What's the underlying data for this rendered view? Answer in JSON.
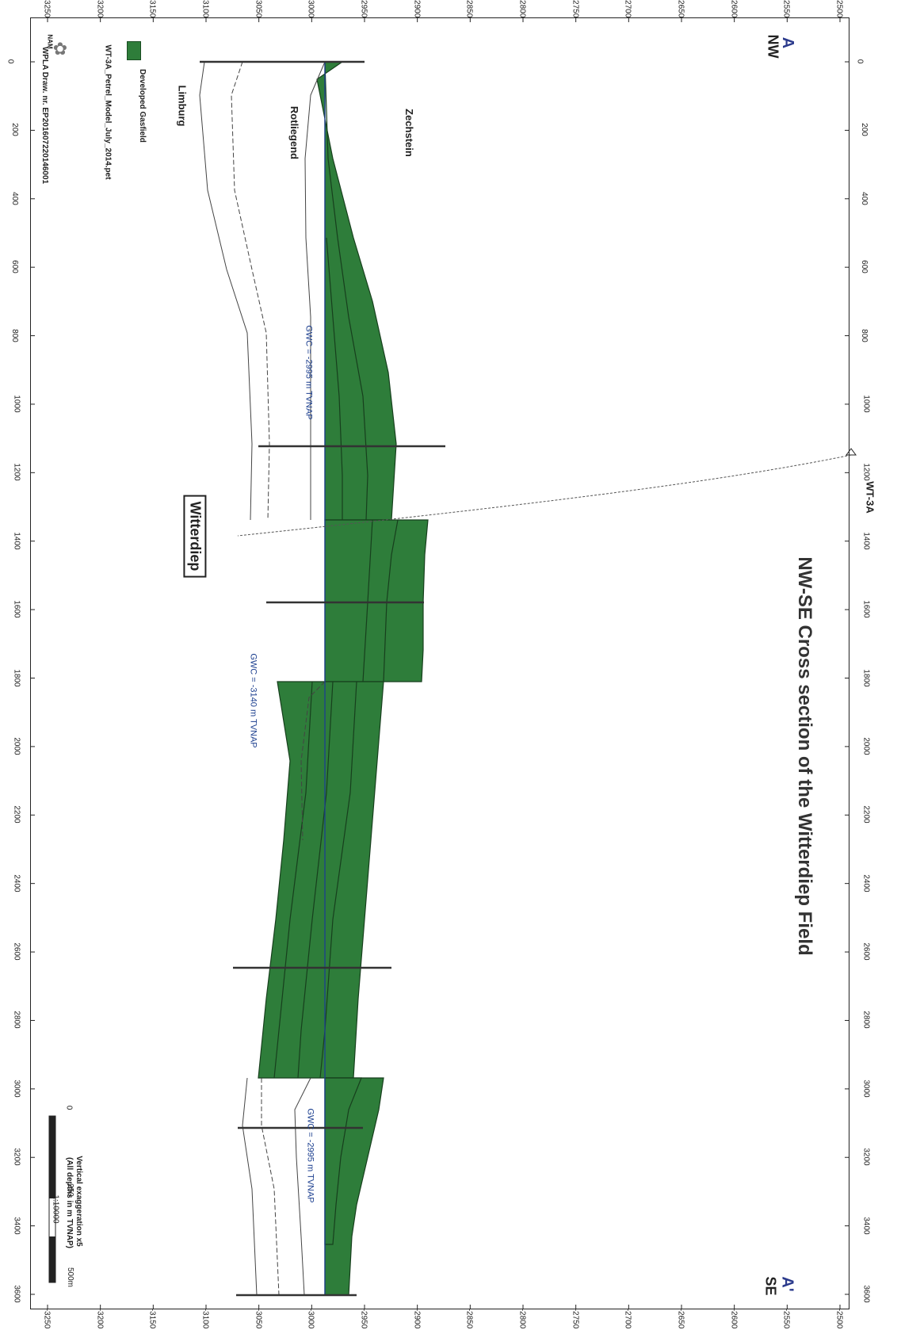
{
  "title": "NW-SE Cross section of the Witterdiep Field",
  "corners": {
    "start_letter": "A",
    "start_dir": "NW",
    "end_letter": "A'",
    "end_dir": "SE"
  },
  "units": [
    "Zechstein",
    "Rotliegend",
    "Limburg"
  ],
  "field_name": "Witterdiep",
  "gwc_labels": [
    "GWC = -2995 m TVNAP",
    "GWC = -3140 m TVNAP",
    "GWC = -2995 m TVNAP"
  ],
  "well": "WT-3A",
  "legend": {
    "developed_label": "Developed Gasfield",
    "model_file": "WT-3A_Petrel_Model_July_2014.pet",
    "company": "NAM",
    "drawing_no": "WPLA Draw. nr. EP201607220146001"
  },
  "scale": {
    "exaggeration": "Vertical exaggeration x5",
    "depth_note": "(All depths in m TVNAP)",
    "ratio": "1:10000",
    "ticks": [
      "0",
      "250",
      "500m"
    ]
  },
  "axis": {
    "depth_ticks": [
      "-3250",
      "-3200",
      "-3150",
      "-3100",
      "-3050",
      "-3000",
      "-2950",
      "-2900",
      "-2850",
      "-2800",
      "-2750",
      "-2700",
      "-2650",
      "-2600",
      "-2550",
      "-2500"
    ],
    "distance_ticks": [
      "0",
      "200",
      "400",
      "600",
      "800",
      "1000",
      "1200",
      "1400",
      "1600",
      "1800",
      "2000",
      "2200",
      "2400",
      "2600",
      "2800",
      "3000",
      "3200",
      "3400",
      "3600"
    ]
  },
  "colors": {
    "gas": "#2e7d3a",
    "gas_edge": "#173f1d",
    "frame": "#222222"
  }
}
